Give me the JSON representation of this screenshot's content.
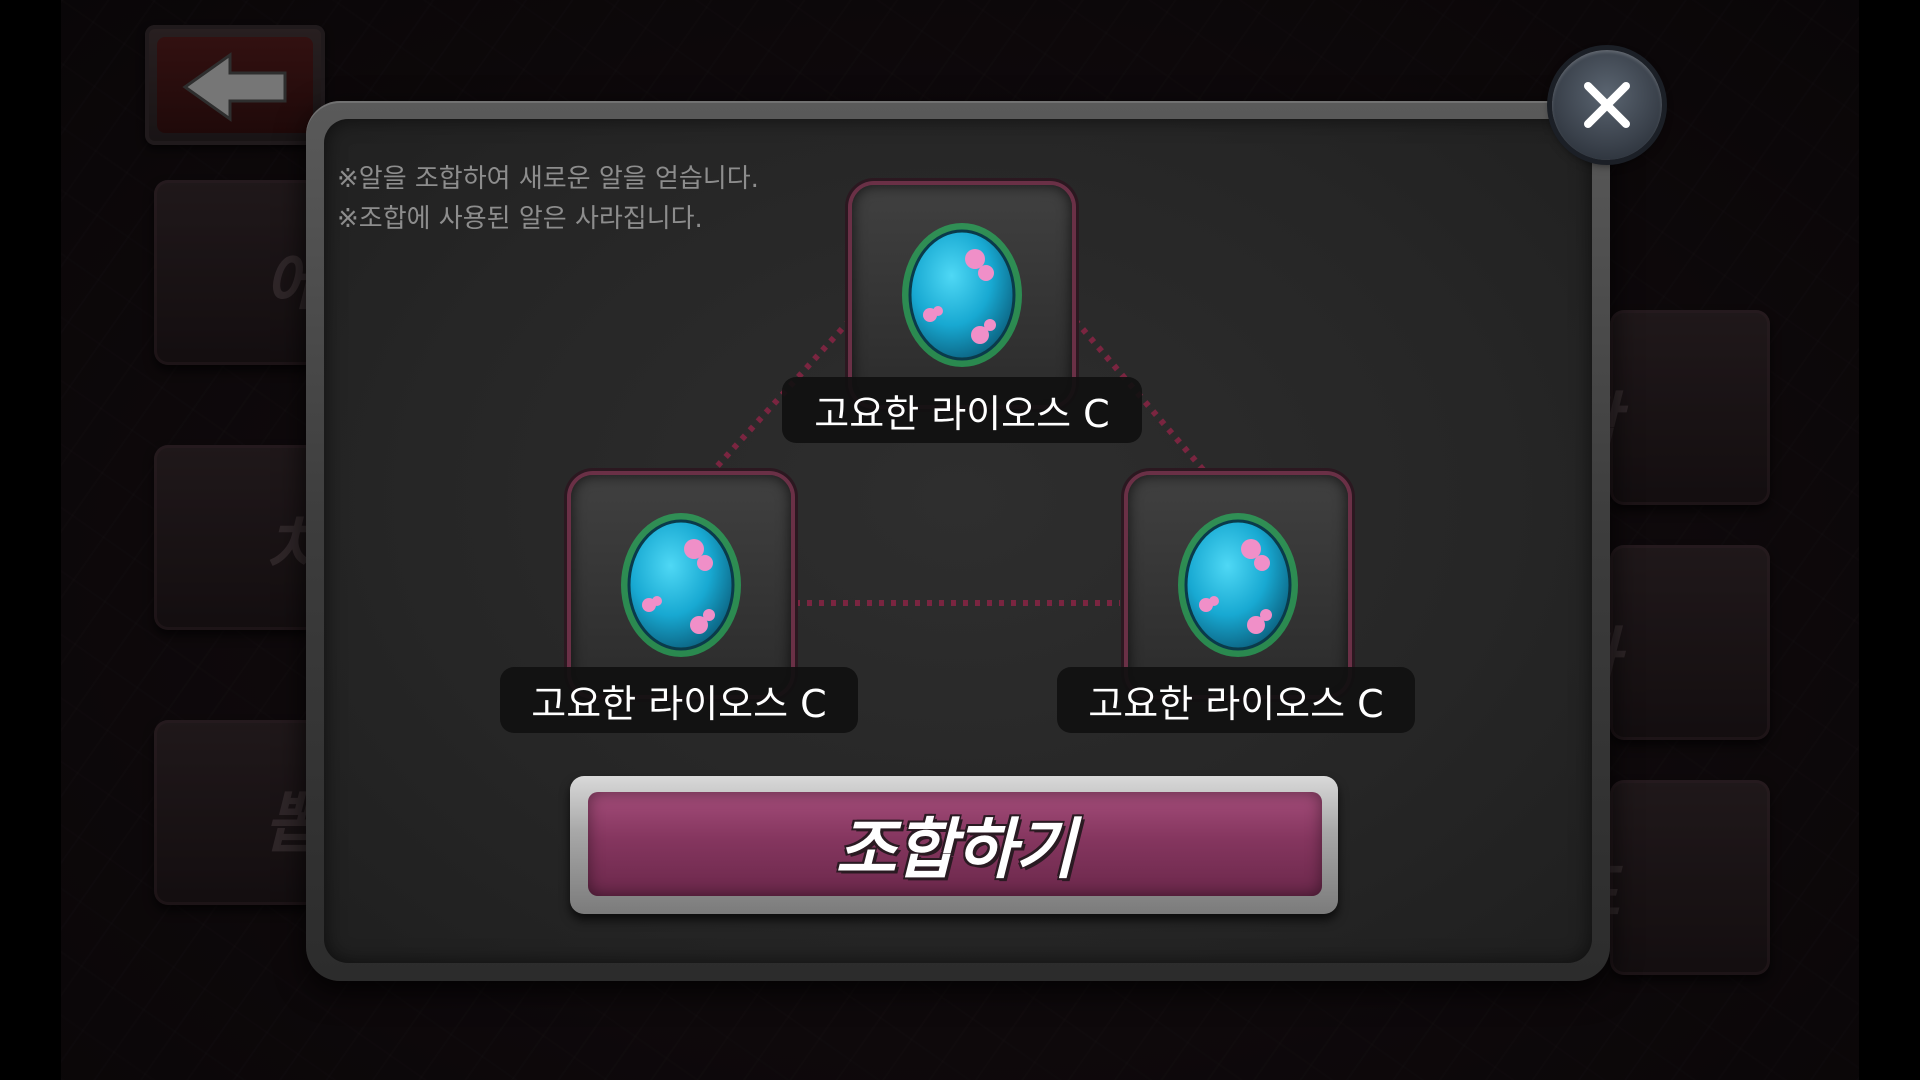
{
  "background": {
    "left_menu": [
      "에인",
      "치유",
      "뽑기"
    ],
    "right_menu": [
      "조합",
      "강화",
      "코드"
    ]
  },
  "dialog": {
    "notices": [
      "※알을 조합하여 새로운 알을 얻습니다.",
      "※조합에 사용된 알은 사라집니다."
    ],
    "slots": [
      {
        "name": "고요한 라이오스 C",
        "icon": "blue-egg-icon"
      },
      {
        "name": "고요한 라이오스 C",
        "icon": "blue-egg-icon"
      },
      {
        "name": "고요한 라이오스 C",
        "icon": "blue-egg-icon"
      }
    ],
    "combine_label": "조합하기",
    "close_icon": "close-icon"
  },
  "colors": {
    "egg_blue": "#19b4de",
    "egg_spots": "#f08fc8",
    "egg_glow": "#27d46a",
    "slot_border": "#6a3046",
    "link_dots": "#7a2540",
    "combine_fill": "#85365f"
  }
}
